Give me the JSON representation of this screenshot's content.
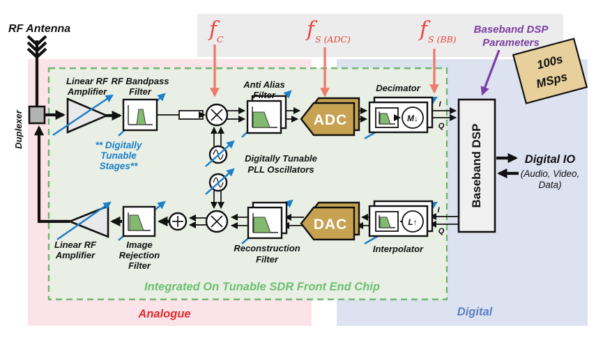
{
  "header": {
    "antenna_label": "RF Antenna"
  },
  "bands": {
    "analogue": "Analogue",
    "digital": "Digital",
    "chip": "Integrated On Tunable SDR Front End Chip"
  },
  "freq_labels": {
    "fc": {
      "base": "f",
      "sub": "C"
    },
    "fs_adc": {
      "base": "f",
      "sub": "S (ADC)"
    },
    "fs_bb": {
      "base": "f",
      "sub": "S (BB)"
    }
  },
  "notes": {
    "bb_params": {
      "lines": [
        "Baseband DSP",
        "Parameters"
      ]
    },
    "msps": {
      "lines": [
        "100s",
        "MSps"
      ]
    },
    "tunable": {
      "lines": [
        "** Digitally",
        "Tunable",
        "Stages**"
      ]
    },
    "pll": {
      "lines": [
        "Digitally Tunable",
        "PLL Oscillators"
      ]
    },
    "digital_io": {
      "title": "Digital IO",
      "lines": [
        "(Audio, Video,",
        "Data)"
      ]
    }
  },
  "blocks": {
    "duplexer": {
      "label": "Duplexer"
    },
    "rx_amp": {
      "lines": [
        "Linear RF",
        "Amplifier"
      ]
    },
    "bp_filter": {
      "lines": [
        "RF Bandpass",
        "Filter"
      ]
    },
    "aa_filter": {
      "lines": [
        "Anti Alias",
        "Filter"
      ]
    },
    "adc": {
      "label": "ADC"
    },
    "decimator": {
      "label": "Decimator",
      "symbol": "M↓"
    },
    "baseband_dsp": {
      "label": "Baseband DSP"
    },
    "interpolator": {
      "label": "Interpolator",
      "symbol": "L↑"
    },
    "dac": {
      "label": "DAC"
    },
    "recon_filter": {
      "lines": [
        "Reconstruction",
        "Filter"
      ]
    },
    "ir_filter": {
      "lines": [
        "Image",
        "Rejection",
        "Filter"
      ]
    },
    "tx_amp": {
      "lines": [
        "Linear RF",
        "Amplifier"
      ]
    }
  },
  "signals": {
    "i": "I",
    "q": "Q"
  },
  "colors": {
    "analogue_band": "#fbe3e9",
    "digital_band": "#dde2f0",
    "chip_fill": "#e9efe4",
    "chip_border": "#6cb86c",
    "top_band": "#ececec",
    "converter_gold": "#c6a251",
    "tag_tan": "#e7d09c",
    "filter_green": "#82bb6f",
    "tunable_blue": "#1b7fc9",
    "freq_red": "#e8453c",
    "arrow_salmon": "#ef7b6d",
    "param_purple": "#7c3da3",
    "analogue_text": "#e32a2a",
    "digital_text": "#5b7fc1",
    "chip_text": "#6cbf70",
    "line_black": "#111111",
    "box_gray": "#e9e9e9"
  }
}
